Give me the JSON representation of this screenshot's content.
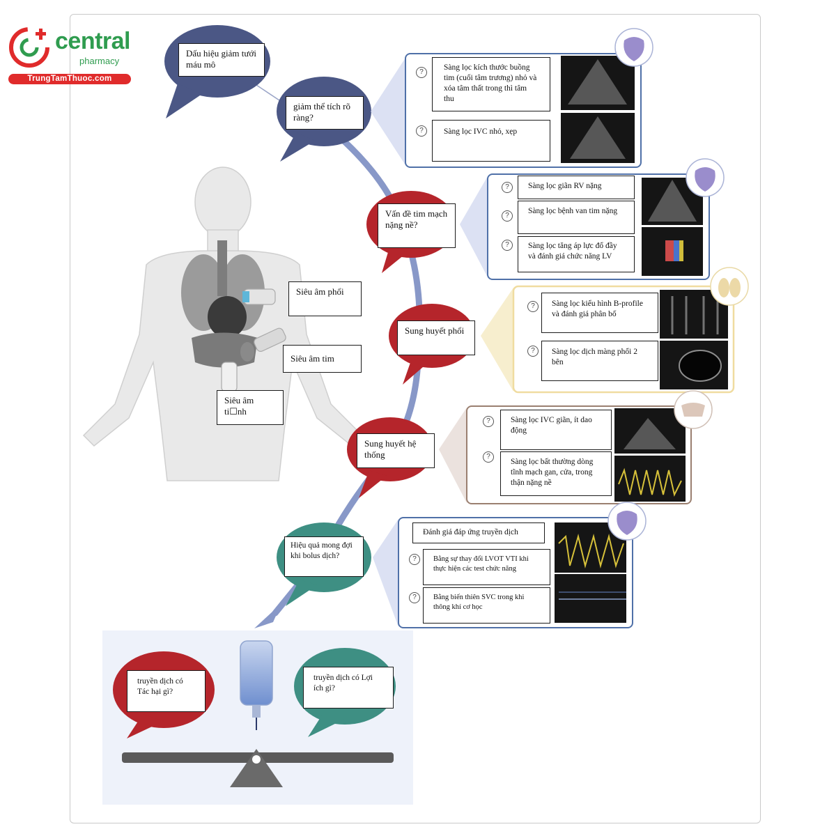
{
  "logo": {
    "brand": "central",
    "sub": "pharmacy",
    "url": "TrungTamThuoc.com",
    "green": "#2f9c4f",
    "red": "#e02b2b"
  },
  "colors": {
    "navy": "#4b5785",
    "crimson": "#b5252b",
    "teal": "#3e8f83",
    "path": "#8898c8",
    "panel_blue": "#4f70a8",
    "panel_yellow": "#f0dca0",
    "panel_brown": "#9a7f70"
  },
  "bubbles": {
    "intro": "Dấu hiệu giảm tưới máu mô",
    "q1": "giảm thể tích rõ ràng?",
    "q2": "Vấn đề tim mạch nặng nề?",
    "q3": "Sung huyết phổi",
    "q4": "Sung huyết hệ thống",
    "q5": "Hiệu quả mong đợi khi bolus dịch?"
  },
  "body_labels": {
    "lung": "Siêu âm phổi",
    "heart": "Siêu âm tim",
    "vein": "Siêu âm ti☐nh"
  },
  "panels": {
    "p1": [
      "Sàng lọc kích thước buồng tim  (cuối tâm trương) nhỏ và xóa tâm thất trong thì tâm thu",
      "Sàng lọc IVC nhỏ, xẹp"
    ],
    "p2": [
      "Sàng lọc giãn RV nặng",
      "Sàng lọc bệnh van tim nặng",
      "Sàng lọc tăng áp lực đổ đầy và đánh giá chức năng LV"
    ],
    "p3": [
      "Sàng lọc kiểu hình B-profile và đánh giá phân bố",
      "Sàng lọc dịch màng phổi 2 bên"
    ],
    "p4": [
      "Sàng lọc IVC giãn, ít dao động",
      "Sàng lọc bất thường dòng tĩnh mạch gan, cửa, trong thận nặng nề"
    ],
    "p5_header": "Đánh giá đáp ứng truyền dịch",
    "p5": [
      "Bằng sự thay đổi LVOT VTI khi thực hiện các test chức năng",
      "Bằng biến thiên SVC trong khi thông khí cơ học"
    ],
    "question_mark": "?"
  },
  "balance": {
    "harm": "truyền dịch có Tác hại gì?",
    "benefit": "truyền dịch có Lợi ích gì?"
  }
}
